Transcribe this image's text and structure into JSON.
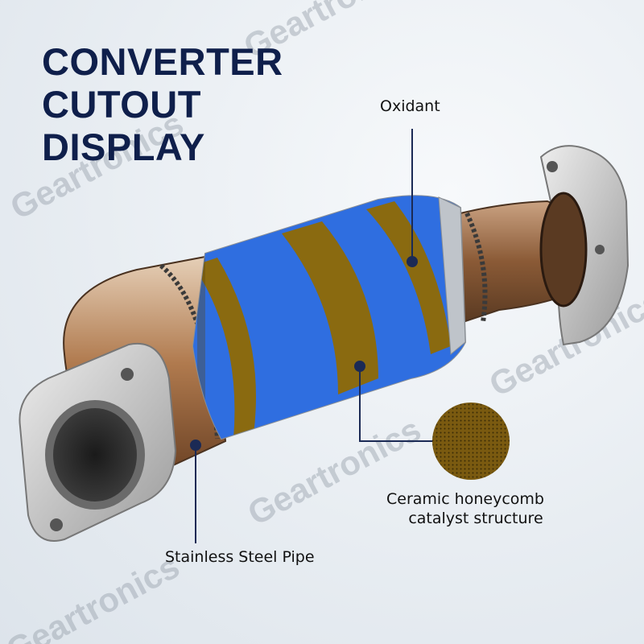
{
  "title": {
    "line1": "CONVERTER",
    "line2": "CUTOUT",
    "line3": "DISPLAY"
  },
  "labels": {
    "oxidant": "Oxidant",
    "ceramic_line1": "Ceramic honeycomb",
    "ceramic_line2": "catalyst structure",
    "pipe": "Stainless Steel Pipe"
  },
  "watermark": "Geartronics",
  "colors": {
    "title": "#0f1f4b",
    "oxidant_blue": "#2f6ee0",
    "band_olive": "#8a6a10",
    "marker": "#1b2a55"
  }
}
